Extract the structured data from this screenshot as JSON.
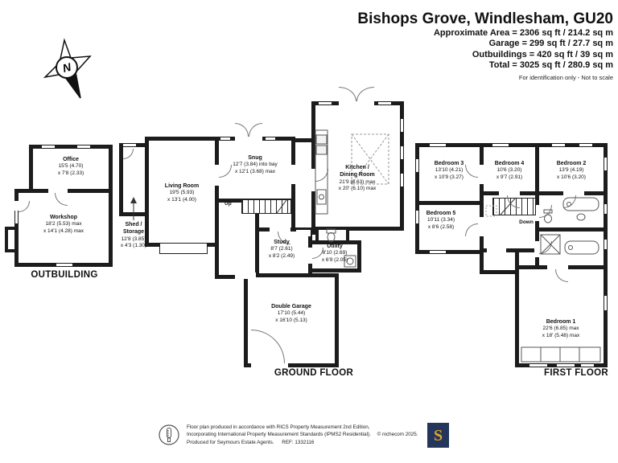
{
  "header": {
    "title": "Bishops Grove, Windlesham, GU20",
    "stats": [
      "Approximate Area = 2306 sq ft / 214.2 sq m",
      "Garage = 299 sq ft / 27.7 sq m",
      "Outbuildings = 420 sq ft / 39 sq m",
      "Total = 3025 sq ft / 280.9 sq m"
    ],
    "disclaimer": "For identification only - Not to scale"
  },
  "compass": {
    "label": "N"
  },
  "floor_labels": {
    "outbuilding": "OUTBUILDING",
    "ground": "GROUND FLOOR",
    "first": "FIRST FLOOR"
  },
  "stairs": {
    "up": "Up",
    "down": "Down"
  },
  "rooms": {
    "office": {
      "name": "Office",
      "dim1": "15'5 (4.70)",
      "dim2": "x 7'8 (2.33)"
    },
    "workshop": {
      "name": "Workshop",
      "dim1": "18'2 (5.53) max",
      "dim2": "x 14'1 (4.28) max"
    },
    "shed": {
      "name": "Shed /",
      "name2": "Storage",
      "dim1": "12'8 (3.85)",
      "dim2": "x 4'3 (1.30)"
    },
    "living_room": {
      "name": "Living Room",
      "dim1": "19'5 (5.93)",
      "dim2": "x 13'1 (4.00)"
    },
    "snug": {
      "name": "Snug",
      "dim1": "12'7 (3.84) into bay",
      "dim2": "x 12'1 (3.68) max"
    },
    "kitchen": {
      "name": "Kitchen /",
      "name2": "Dining Room",
      "dim1": "21'9 (6.63) max",
      "dim2": "x 20' (6.10) max"
    },
    "study": {
      "name": "Study",
      "dim1": "8'7 (2.61)",
      "dim2": "x 8'2 (2.49)"
    },
    "utility": {
      "name": "Utility",
      "dim1": "8'10 (2.69)",
      "dim2": "x 6'9 (2.05)"
    },
    "double_garage": {
      "name": "Double Garage",
      "dim1": "17'10 (5.44)",
      "dim2": "x 16'10 (5.13)"
    },
    "bedroom1": {
      "name": "Bedroom 1",
      "dim1": "22'6 (6.85) max",
      "dim2": "x 18' (5.48) max"
    },
    "bedroom2": {
      "name": "Bedroom 2",
      "dim1": "13'9 (4.19)",
      "dim2": "x 10'6 (3.20)"
    },
    "bedroom3": {
      "name": "Bedroom 3",
      "dim1": "13'10 (4.21)",
      "dim2": "x 10'9 (3.27)"
    },
    "bedroom4": {
      "name": "Bedroom 4",
      "dim1": "10'6 (3.20)",
      "dim2": "x 9'7 (2.91)"
    },
    "bedroom5": {
      "name": "Bedroom 5",
      "dim1": "10'11 (3.34)",
      "dim2": "x 8'6 (2.58)"
    }
  },
  "footer": {
    "line1": "Floor plan produced in accordance with RICS Property Measurement 2nd Edition,",
    "line2": "Incorporating International Property Measurement Standards (IPMS2 Residential).",
    "copyright": "© nichecom 2025.",
    "line3": "Produced for Seymours Estate Agents.",
    "ref": "REF: 1332116",
    "logo": "S",
    "logo_bg": "#24365b",
    "logo_gold": "#d9a62c"
  }
}
